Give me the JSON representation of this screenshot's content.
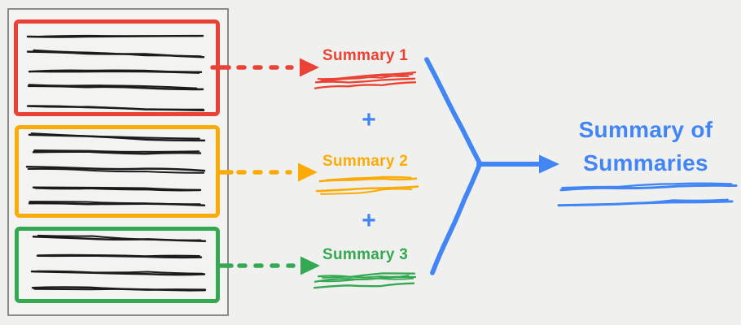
{
  "diagram": {
    "title": "Summary of Summaries diagram",
    "background": "#f0f0ee",
    "document": {
      "name": "source-document",
      "border_color": "#8a8a8a",
      "sections": [
        {
          "name": "section-1",
          "color": "#EA4335",
          "text_lines": 5
        },
        {
          "name": "section-2",
          "color": "#FBAB05",
          "text_lines": 5
        },
        {
          "name": "section-3",
          "color": "#34A853",
          "text_lines": 4
        }
      ]
    },
    "summaries": [
      {
        "label": "Summary 1",
        "color": "#EA4335"
      },
      {
        "label": "Summary 2",
        "color": "#FBAB05"
      },
      {
        "label": "Summary 3",
        "color": "#34A853"
      }
    ],
    "plus_sign": "+",
    "plus_color": "#4285F4",
    "result": {
      "label": "Summary of Summaries",
      "color": "#4285F4"
    },
    "colors": {
      "red": "#EA4335",
      "orange": "#FBAB05",
      "green": "#34A853",
      "blue": "#4285F4",
      "ink": "#1b1b1b"
    }
  }
}
